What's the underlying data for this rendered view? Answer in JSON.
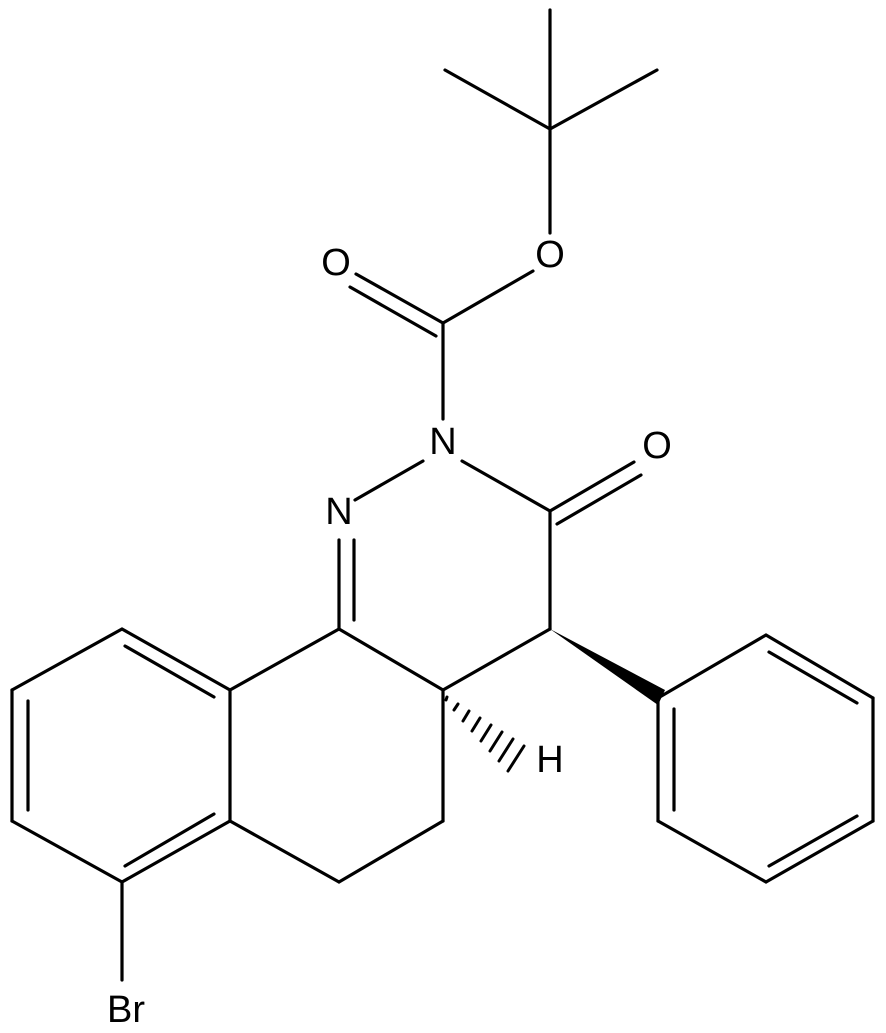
{
  "atoms": {
    "O_ester": "O",
    "O_carbonyl_boc": "O",
    "N2": "N",
    "N1": "N",
    "O_ketone": "O",
    "H_stereo": "H",
    "Br": "Br"
  },
  "colors": {
    "bond": "#000000",
    "label": "#000000",
    "background": "#ffffff"
  }
}
